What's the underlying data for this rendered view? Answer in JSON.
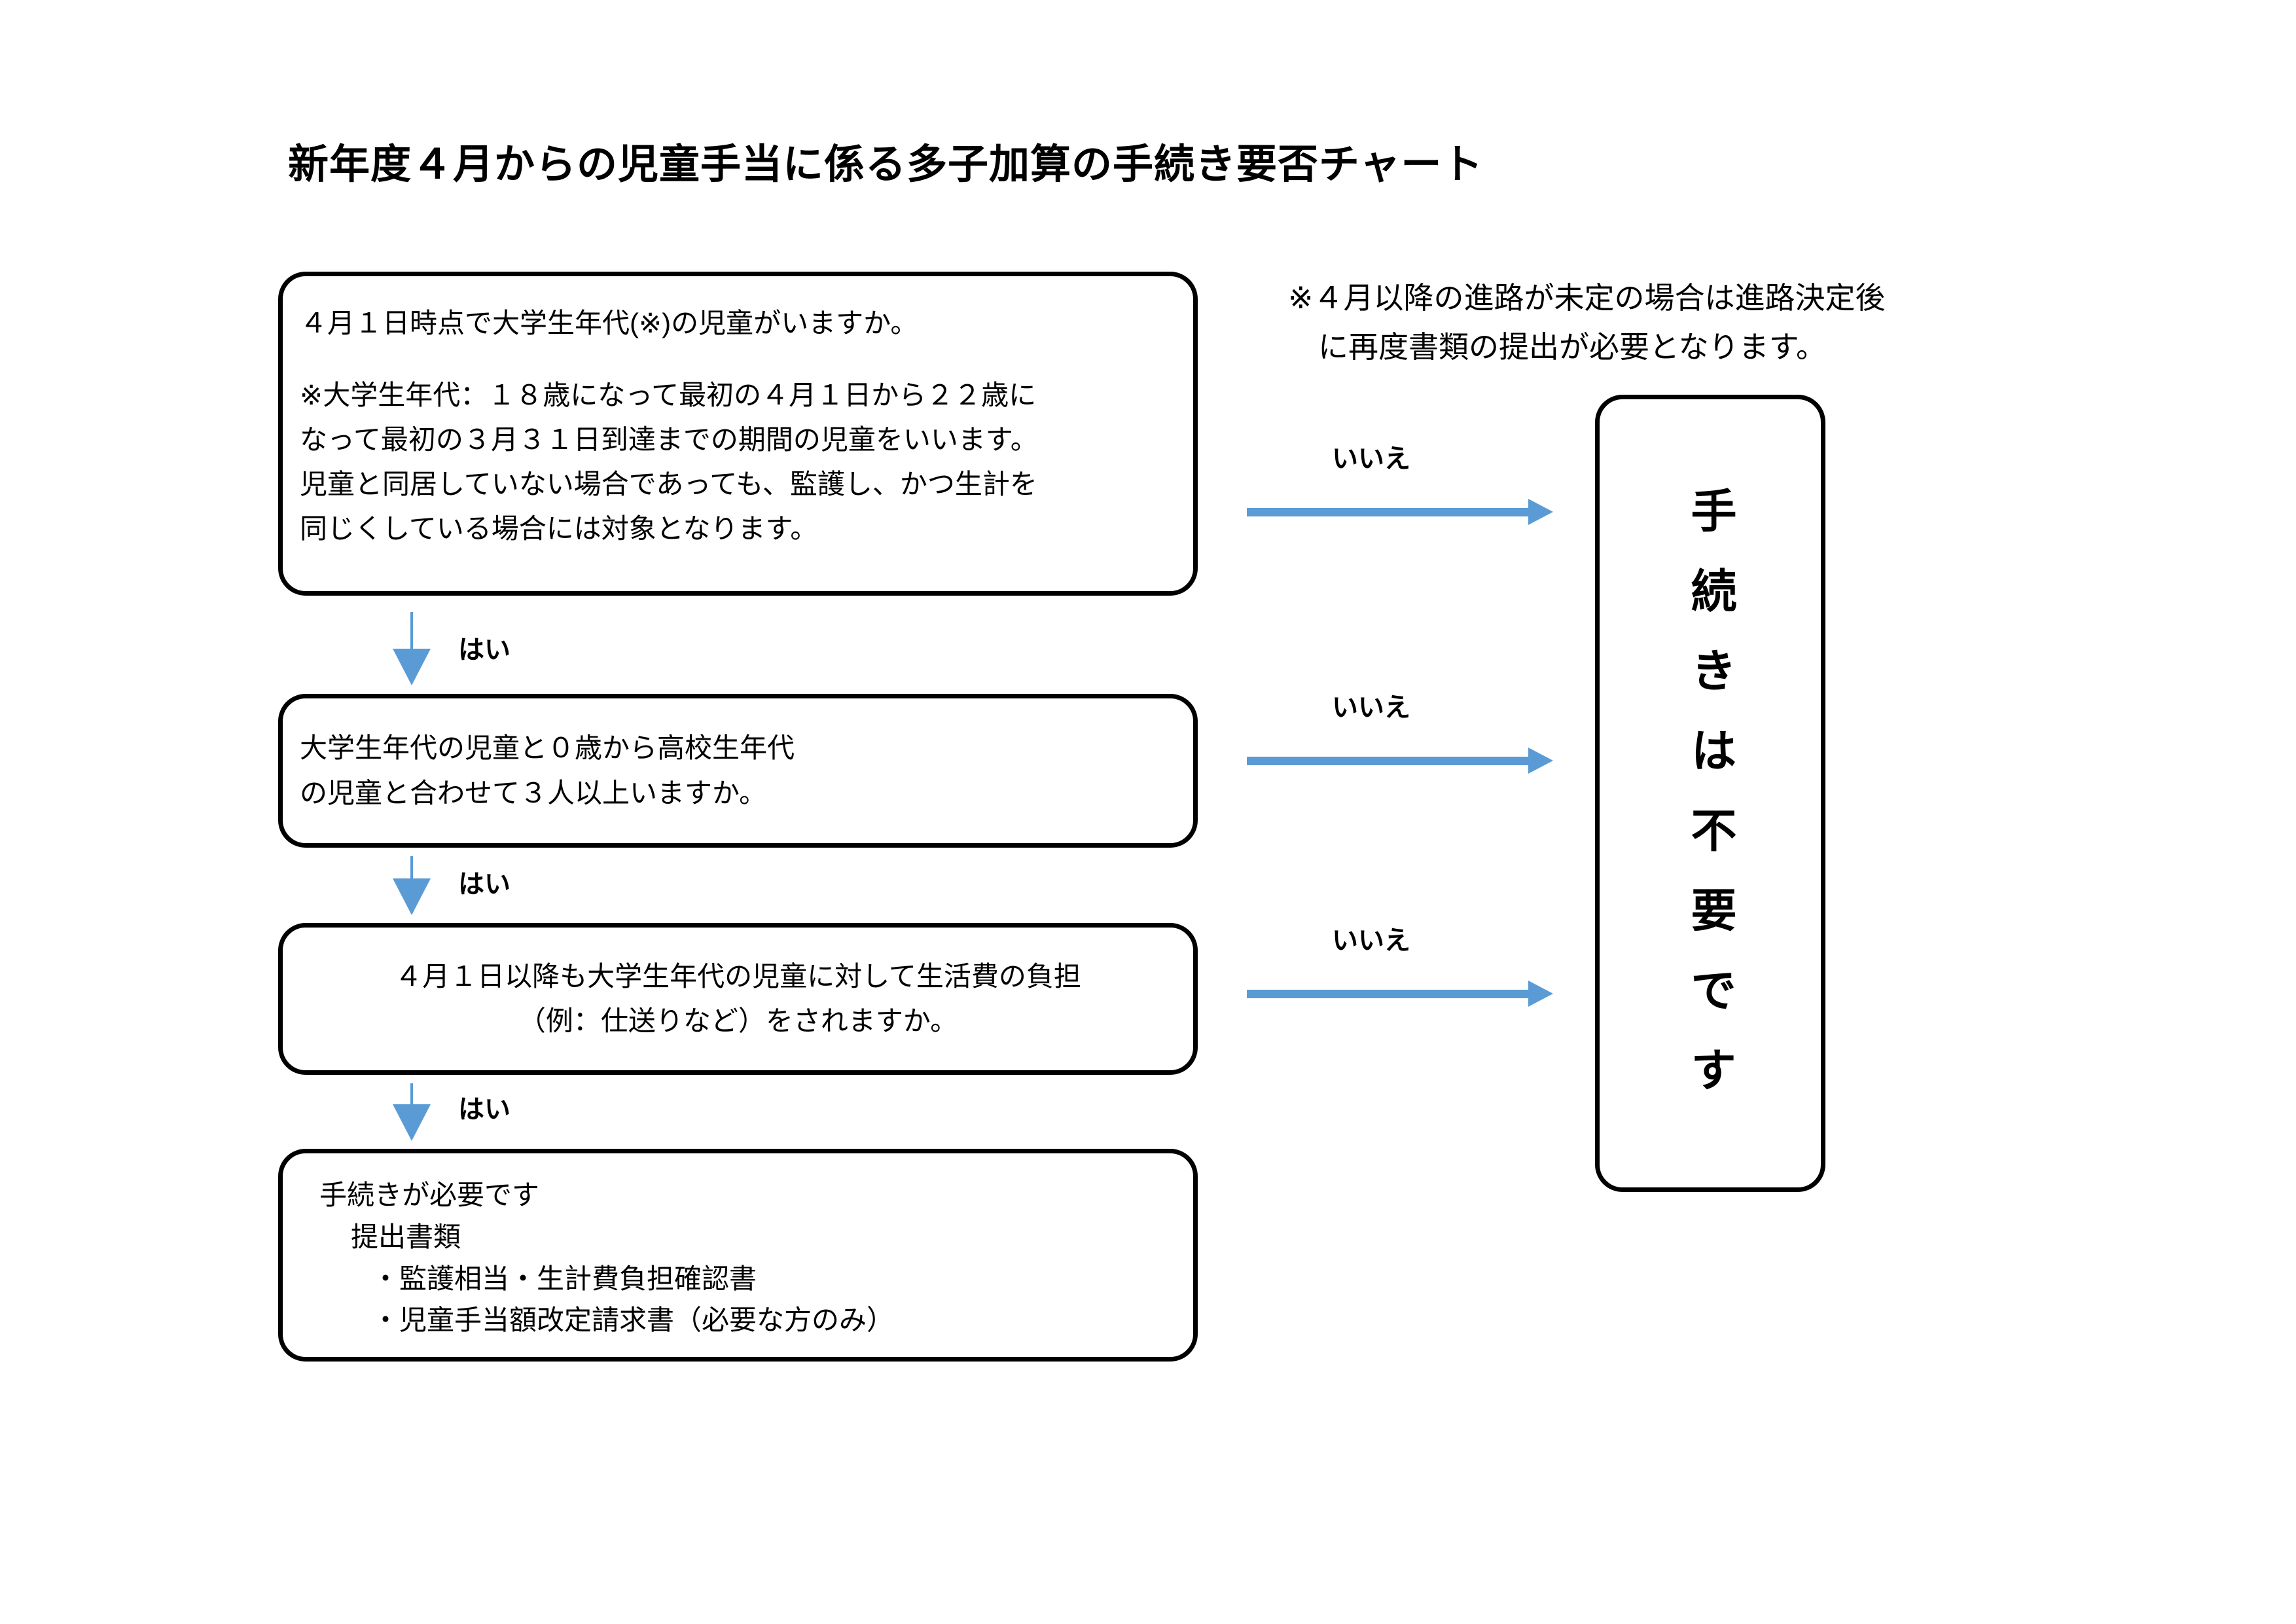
{
  "title": "新年度４月からの児童手当に係る多子加算の手続き要否チャート",
  "colors": {
    "arrow_blue": "#5B9BD5",
    "box_border": "#000000",
    "text": "#000000",
    "background": "#FFFFFF"
  },
  "note": {
    "line1": "※４月以降の進路が未定の場合は進路決定後",
    "line2": "に再度書類の提出が必要となります。"
  },
  "boxes": {
    "question1": {
      "head": "４月１日時点で大学生年代(※)の児童がいますか。",
      "note_line1": "※大学生年代：１８歳になって最初の４月１日から２２歳に",
      "note_line2": "なって最初の３月３１日到達までの期間の児童をいいます。",
      "note_line3": "児童と同居していない場合であっても、監護し、かつ生計を",
      "note_line4": "同じくしている場合には対象となります。"
    },
    "question2": {
      "line1": "大学生年代の児童と０歳から高校生年代",
      "line2": "の児童と合わせて３人以上いますか。"
    },
    "question3": {
      "line1": "４月１日以降も大学生年代の児童に対して生活費の負担",
      "line2": "（例：仕送りなど）をされますか。"
    },
    "result_required": {
      "head": "手続きが必要です",
      "sub": "提出書類",
      "item1": "・監護相当・生計費負担確認書",
      "item2": "・児童手当額改定請求書（必要な方のみ）"
    },
    "result_unnecessary": {
      "text": "手続きは不要です"
    }
  },
  "edges": {
    "yes_1": "はい",
    "yes_2": "はい",
    "yes_3": "はい",
    "no_1": "いいえ",
    "no_2": "いいえ",
    "no_3": "いいえ"
  }
}
